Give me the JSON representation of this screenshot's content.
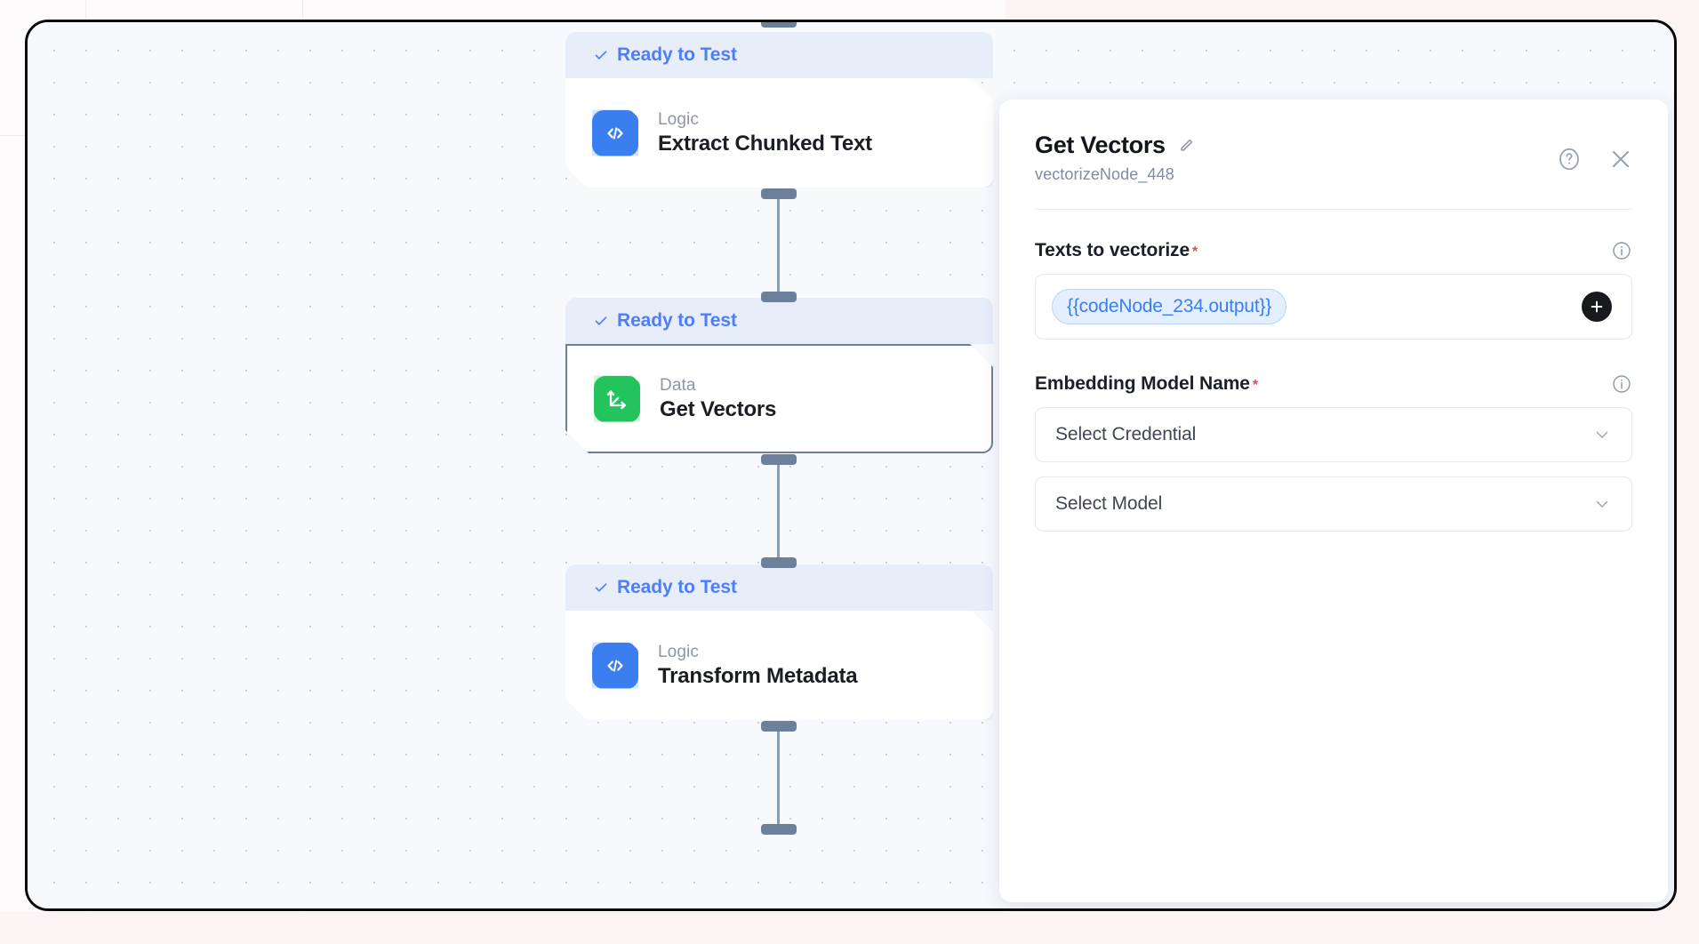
{
  "canvas": {
    "nodes": [
      {
        "status": "Ready to Test",
        "kind": "Logic",
        "title": "Extract Chunked Text",
        "icon": "code-icon",
        "accent": "#3b7ef0",
        "selected": false
      },
      {
        "status": "Ready to Test",
        "kind": "Data",
        "title": "Get Vectors",
        "icon": "vector-axes-icon",
        "accent": "#23c45e",
        "selected": true
      },
      {
        "status": "Ready to Test",
        "kind": "Logic",
        "title": "Transform Metadata",
        "icon": "code-icon",
        "accent": "#3b7ef0",
        "selected": false
      }
    ],
    "status_color": "#4f7df5",
    "status_bg": "#e8edfa"
  },
  "panel": {
    "title": "Get Vectors",
    "edit_icon": "pencil-icon",
    "subtitle": "vectorizeNode_448",
    "help_icon": "help-circle-icon",
    "close_icon": "close-icon",
    "fields": {
      "texts": {
        "label": "Texts to vectorize",
        "required_mark": "*",
        "info_icon": "info-icon",
        "token": "{{codeNode_234.output}}",
        "add_icon": "plus-icon"
      },
      "embedding": {
        "label": "Embedding Model Name",
        "required_mark": "*",
        "info_icon": "info-icon",
        "credential_value": "Select Credential",
        "model_value": "Select Model",
        "chevron_icon": "chevron-down-icon"
      }
    }
  }
}
